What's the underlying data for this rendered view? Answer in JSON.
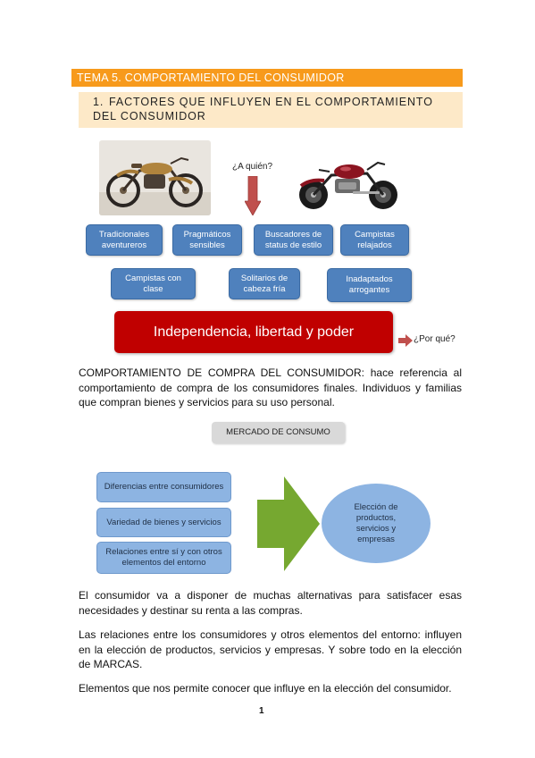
{
  "header": {
    "tema": "TEMA 5. COMPORTAMIENTO DEL CONSUMIDOR",
    "section_number": "1.",
    "section_title": "FACTORES QUE INFLUYEN EN EL COMPORTAMIENTO DEL CONSUMIDOR"
  },
  "diagram1": {
    "question_who": "¿A quién?",
    "segments_row1": [
      "Tradicionales aventureros",
      "Pragmáticos sensibles",
      "Buscadores de status de estilo",
      "Campistas relajados"
    ],
    "segments_row2": [
      "Campistas con clase",
      "Solitarios de cabeza fría",
      "Inadaptados arrogantes"
    ],
    "main_value": "Independencia, libertad y poder",
    "question_why": "¿Por qué?"
  },
  "body": {
    "para1": "COMPORTAMIENTO DE COMPRA DEL CONSUMIDOR: hace referencia al comportamiento de compra de los consumidores finales. Individuos y familias que compran bienes y servicios para su uso personal.",
    "para2": "El consumidor va a disponer de muchas alternativas para satisfacer esas necesidades y destinar su renta a las compras.",
    "para3": "Las relaciones entre los consumidores y otros elementos del entorno: influyen en la elección de productos, servicios y empresas. Y sobre todo en la elección de MARCAS.",
    "para4": "Elementos que nos permite conocer que influye en la elección del consumidor."
  },
  "diagram2": {
    "title": "MERCADO DE CONSUMO",
    "factors": [
      "Diferencias entre consumidores",
      "Variedad de bienes y servicios",
      "Relaciones entre sí y con otros elementos del entorno"
    ],
    "result": "Elección de productos, servicios y empresas"
  },
  "footer": {
    "page_number": "1"
  },
  "colors": {
    "tema_bar": "#f79a1c",
    "section_bar": "#fde9c8",
    "segment_box": "#4f81bd",
    "main_box": "#c00000",
    "light_box": "#8db4e2",
    "green_arrow": "#76a830",
    "down_arrow": "#c0504d",
    "right_arrow": "#c0504d"
  }
}
